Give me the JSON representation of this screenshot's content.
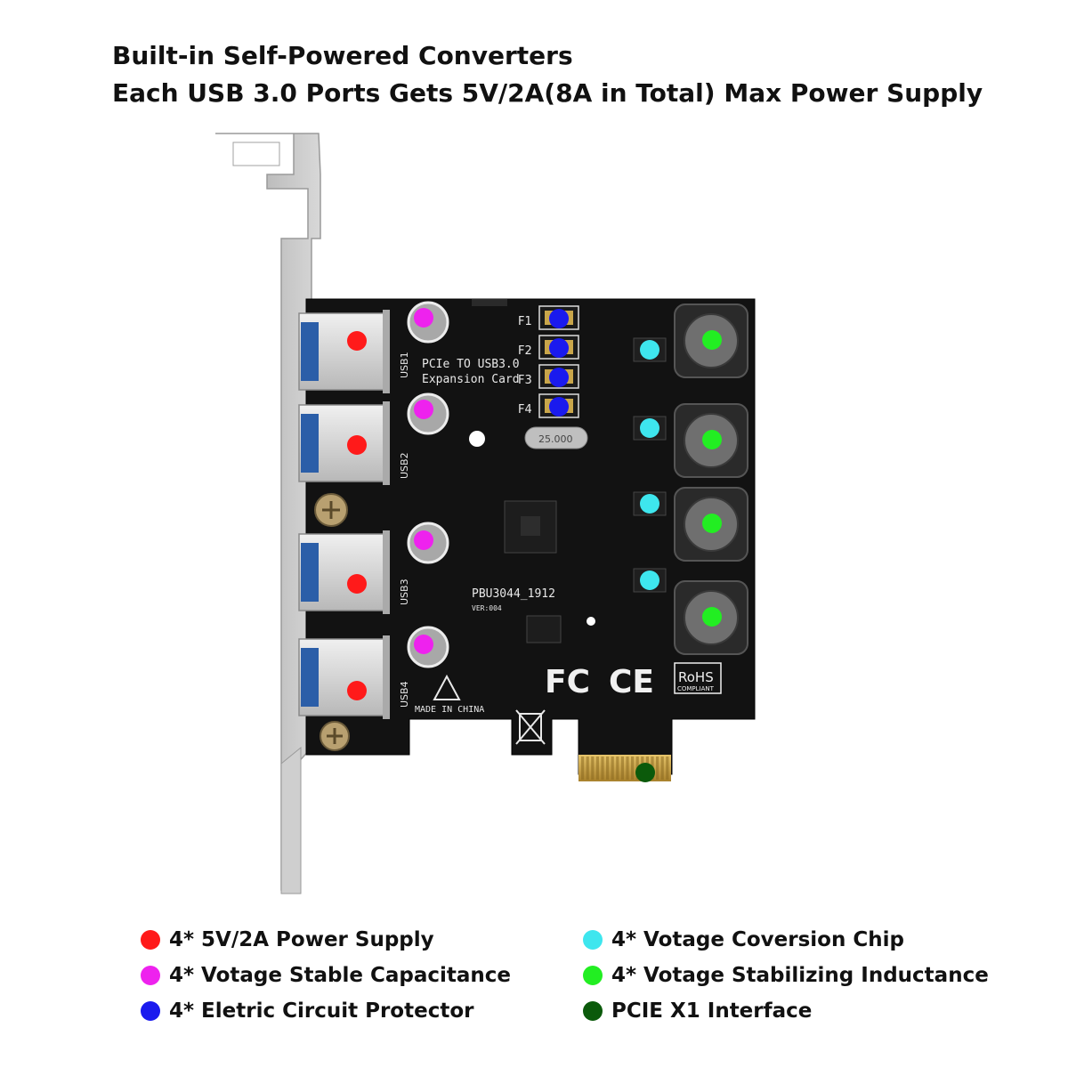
{
  "heading": {
    "line1": "Built-in Self-Powered Converters",
    "line2": "Each USB 3.0 Ports Gets 5V/2A(8A in Total) Max Power Supply"
  },
  "board": {
    "silk_title_1": "PCIe TO USB3.0",
    "silk_title_2": "Expansion Card",
    "model": "PBU3044_1912",
    "version": "VER:004",
    "crystal": "25.000",
    "made_in": "MADE IN CHINA",
    "rohs_1": "RoHS",
    "rohs_2": "COMPLIANT",
    "fc": "FC",
    "ce": "CE",
    "usb_labels": [
      "USB1",
      "USB2",
      "USB3",
      "USB4"
    ],
    "fuse_labels": [
      "F1",
      "F2",
      "F3",
      "F4"
    ]
  },
  "colors": {
    "power_supply": "#ff1a1a",
    "capacitance": "#ee22ee",
    "protector": "#1a1aee",
    "conversion_chip": "#3ee6ee",
    "inductance": "#22ee22",
    "pcie": "#0b5a0b",
    "pcb": "#111111",
    "bracket": "#c9c9c9",
    "gold": "#c9a64a"
  },
  "legend": [
    {
      "color": "#ff1a1a",
      "label": "4* 5V/2A Power Supply"
    },
    {
      "color": "#ee22ee",
      "label": "4* Votage Stable Capacitance"
    },
    {
      "color": "#1a1aee",
      "label": "4* Eletric Circuit Protector"
    },
    {
      "color": "#3ee6ee",
      "label": "4* Votage Coversion Chip"
    },
    {
      "color": "#22ee22",
      "label": "4* Votage Stabilizing Inductance"
    },
    {
      "color": "#0b5a0b",
      "label": "PCIE X1 Interface"
    }
  ]
}
